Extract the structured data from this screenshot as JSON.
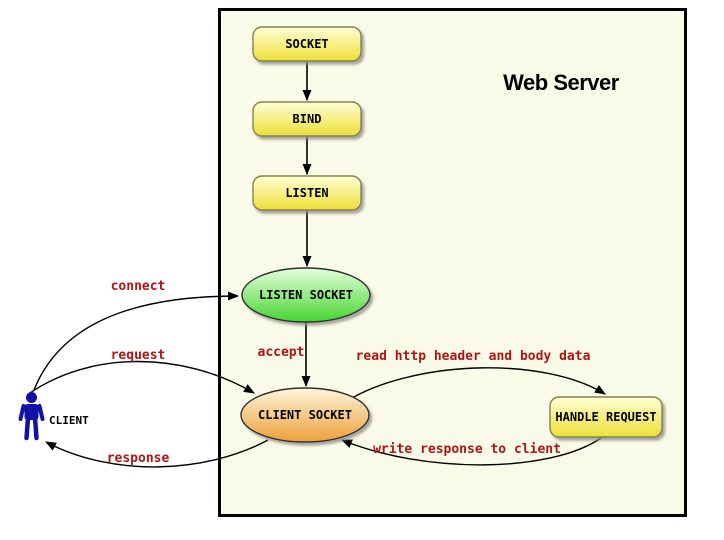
{
  "diagram": {
    "server": {
      "title": "Web Server"
    },
    "client": {
      "label": "CLIENT"
    },
    "nodes": {
      "socket": {
        "label": "SOCKET"
      },
      "bind": {
        "label": "BIND"
      },
      "listen": {
        "label": "LISTEN"
      },
      "listen_socket": {
        "label": "LISTEN SOCKET"
      },
      "client_socket": {
        "label": "CLIENT SOCKET"
      },
      "handle_request": {
        "label": "HANDLE REQUEST"
      }
    },
    "edges": {
      "connect": {
        "label": "connect"
      },
      "request": {
        "label": "request"
      },
      "response": {
        "label": "response"
      },
      "accept": {
        "label": "accept"
      },
      "read_http": {
        "label": "read http header and body data"
      },
      "write_response": {
        "label": "write response to client"
      }
    },
    "colors": {
      "server_bg": "#FAFAE8",
      "process_top": "#FFFFD6",
      "process_bottom": "#EDDF35",
      "process_border": "#83834E",
      "listen_socket_top": "#E6FFDE",
      "listen_socket_bottom": "#44D62E",
      "client_socket_top": "#FFF4DC",
      "client_socket_bottom": "#ECA038",
      "edge_label": "#B01414",
      "client_blue": "#1111AA",
      "arrow": "#000000"
    }
  }
}
